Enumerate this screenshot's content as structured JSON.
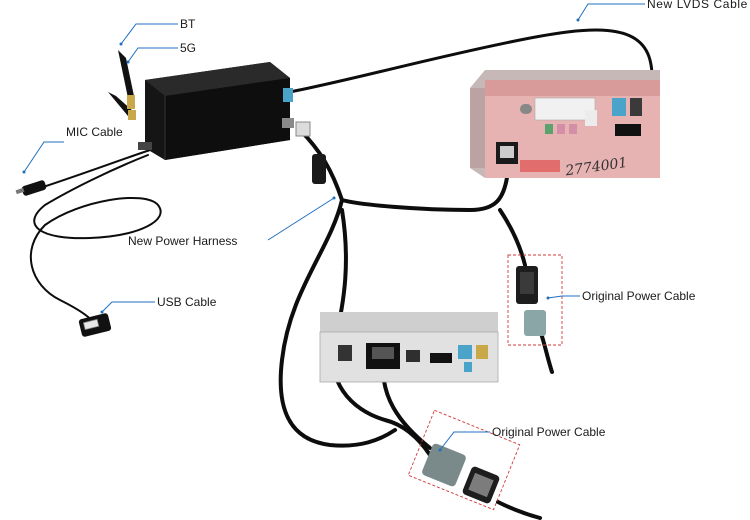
{
  "labels": {
    "bt": "BT",
    "fiveg": "5G",
    "lvds": "New LVDS Cable",
    "mic": "MIC Cable",
    "harness": "New Power Harness",
    "usb": "USB Cable",
    "orig_power_1": "Original Power Cable",
    "orig_power_2": "Original Power Cable"
  },
  "stamp_text": "2774001",
  "colors": {
    "callout": "#1f6fbf",
    "highlight_box": "#d23a3a",
    "cable": "#0d0d0d",
    "interface_box": "#111111",
    "head_unit_front": "#d98c8c",
    "fakra_blue": "#4aa3c8"
  },
  "icons": {
    "antenna": "antenna-icon",
    "usb_plug": "usb-plug-icon",
    "mic_plug": "mic-jack-icon"
  }
}
